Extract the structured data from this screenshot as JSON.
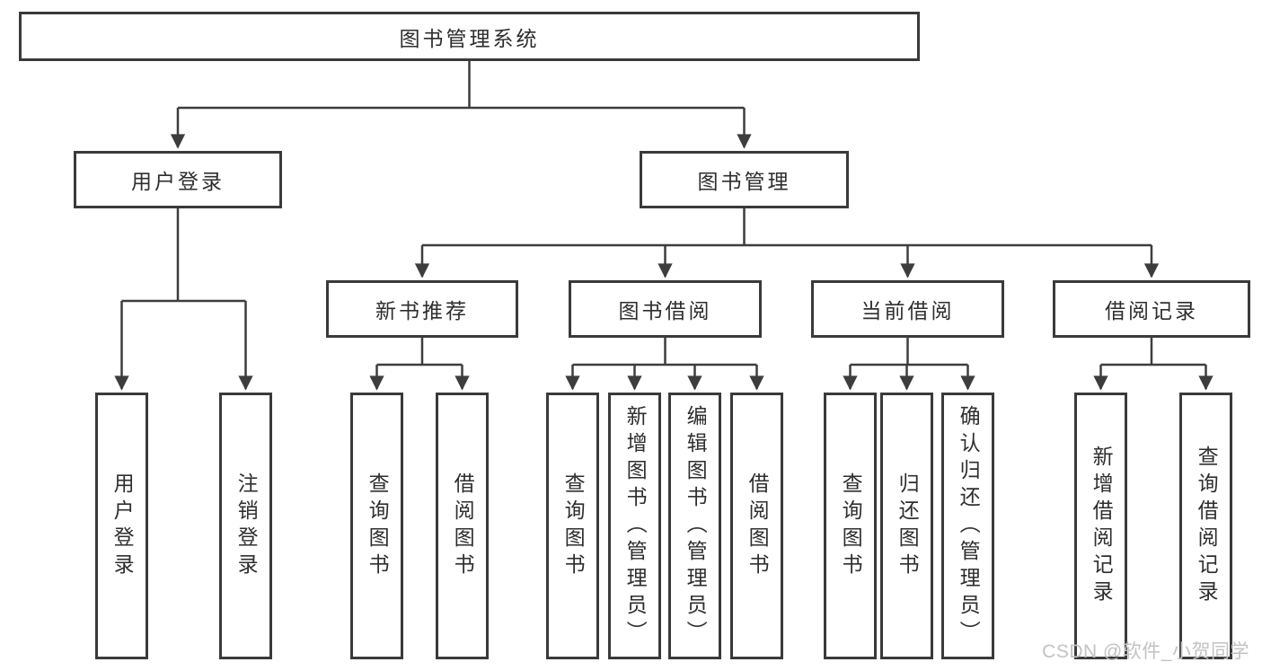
{
  "tree": {
    "label": "图书管理系统",
    "children": [
      {
        "label": "用户登录",
        "children": [
          {
            "label": "用户登录"
          },
          {
            "label": "注销登录"
          }
        ]
      },
      {
        "label": "图书管理",
        "children": [
          {
            "label": "新书推荐",
            "children": [
              {
                "label": "查询图书"
              },
              {
                "label": "借阅图书"
              }
            ]
          },
          {
            "label": "图书借阅",
            "children": [
              {
                "label": "查询图书"
              },
              {
                "label": "新增图书（管理员）"
              },
              {
                "label": "编辑图书（管理员）"
              },
              {
                "label": "借阅图书"
              }
            ]
          },
          {
            "label": "当前借阅",
            "children": [
              {
                "label": "查询图书"
              },
              {
                "label": "归还图书"
              },
              {
                "label": "确认归还（管理员）"
              }
            ]
          },
          {
            "label": "借阅记录",
            "children": [
              {
                "label": "新增借阅记录"
              },
              {
                "label": "查询借阅记录"
              }
            ]
          }
        ]
      }
    ]
  },
  "watermark": {
    "text": "CSDN @软件_小贺同学"
  },
  "colors": {
    "line": "#3d3d3d",
    "box_border": "#3a3a3a",
    "text": "#2e2e2e",
    "watermark": "#c2c2c2",
    "background": "#ffffff"
  }
}
